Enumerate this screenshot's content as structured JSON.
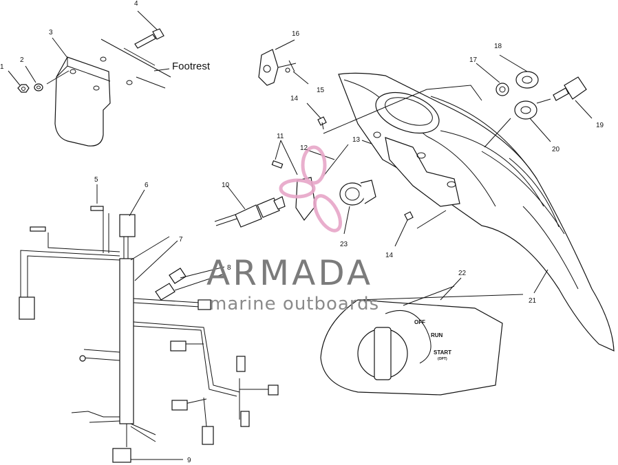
{
  "callouts": [
    {
      "id": "c1",
      "text": "1"
    },
    {
      "id": "c2",
      "text": "2"
    },
    {
      "id": "c3",
      "text": "3"
    },
    {
      "id": "c4",
      "text": "4"
    },
    {
      "id": "c5",
      "text": "5"
    },
    {
      "id": "c6",
      "text": "6"
    },
    {
      "id": "c7",
      "text": "7"
    },
    {
      "id": "c8",
      "text": "8"
    },
    {
      "id": "c9",
      "text": "9"
    },
    {
      "id": "c10",
      "text": "10"
    },
    {
      "id": "c11",
      "text": "11"
    },
    {
      "id": "c12",
      "text": "12"
    },
    {
      "id": "c13",
      "text": "13"
    },
    {
      "id": "c14a",
      "text": "14"
    },
    {
      "id": "c14b",
      "text": "14"
    },
    {
      "id": "c15",
      "text": "15"
    },
    {
      "id": "c16",
      "text": "16"
    },
    {
      "id": "c17",
      "text": "17"
    },
    {
      "id": "c18",
      "text": "18"
    },
    {
      "id": "c19",
      "text": "19"
    },
    {
      "id": "c20",
      "text": "20"
    },
    {
      "id": "c21",
      "text": "21"
    },
    {
      "id": "c22",
      "text": "22"
    },
    {
      "id": "c23",
      "text": "23"
    }
  ],
  "footrest_label": "Footrest",
  "switch_positions": {
    "off": "OFF",
    "run": "RUN",
    "start": "START",
    "opt": "(OPT)"
  },
  "watermark": {
    "brand": "ARMADA",
    "tagline": "marine outboards",
    "brand_color": "#7b7b7b",
    "logo_color": "#e7a6c8"
  }
}
